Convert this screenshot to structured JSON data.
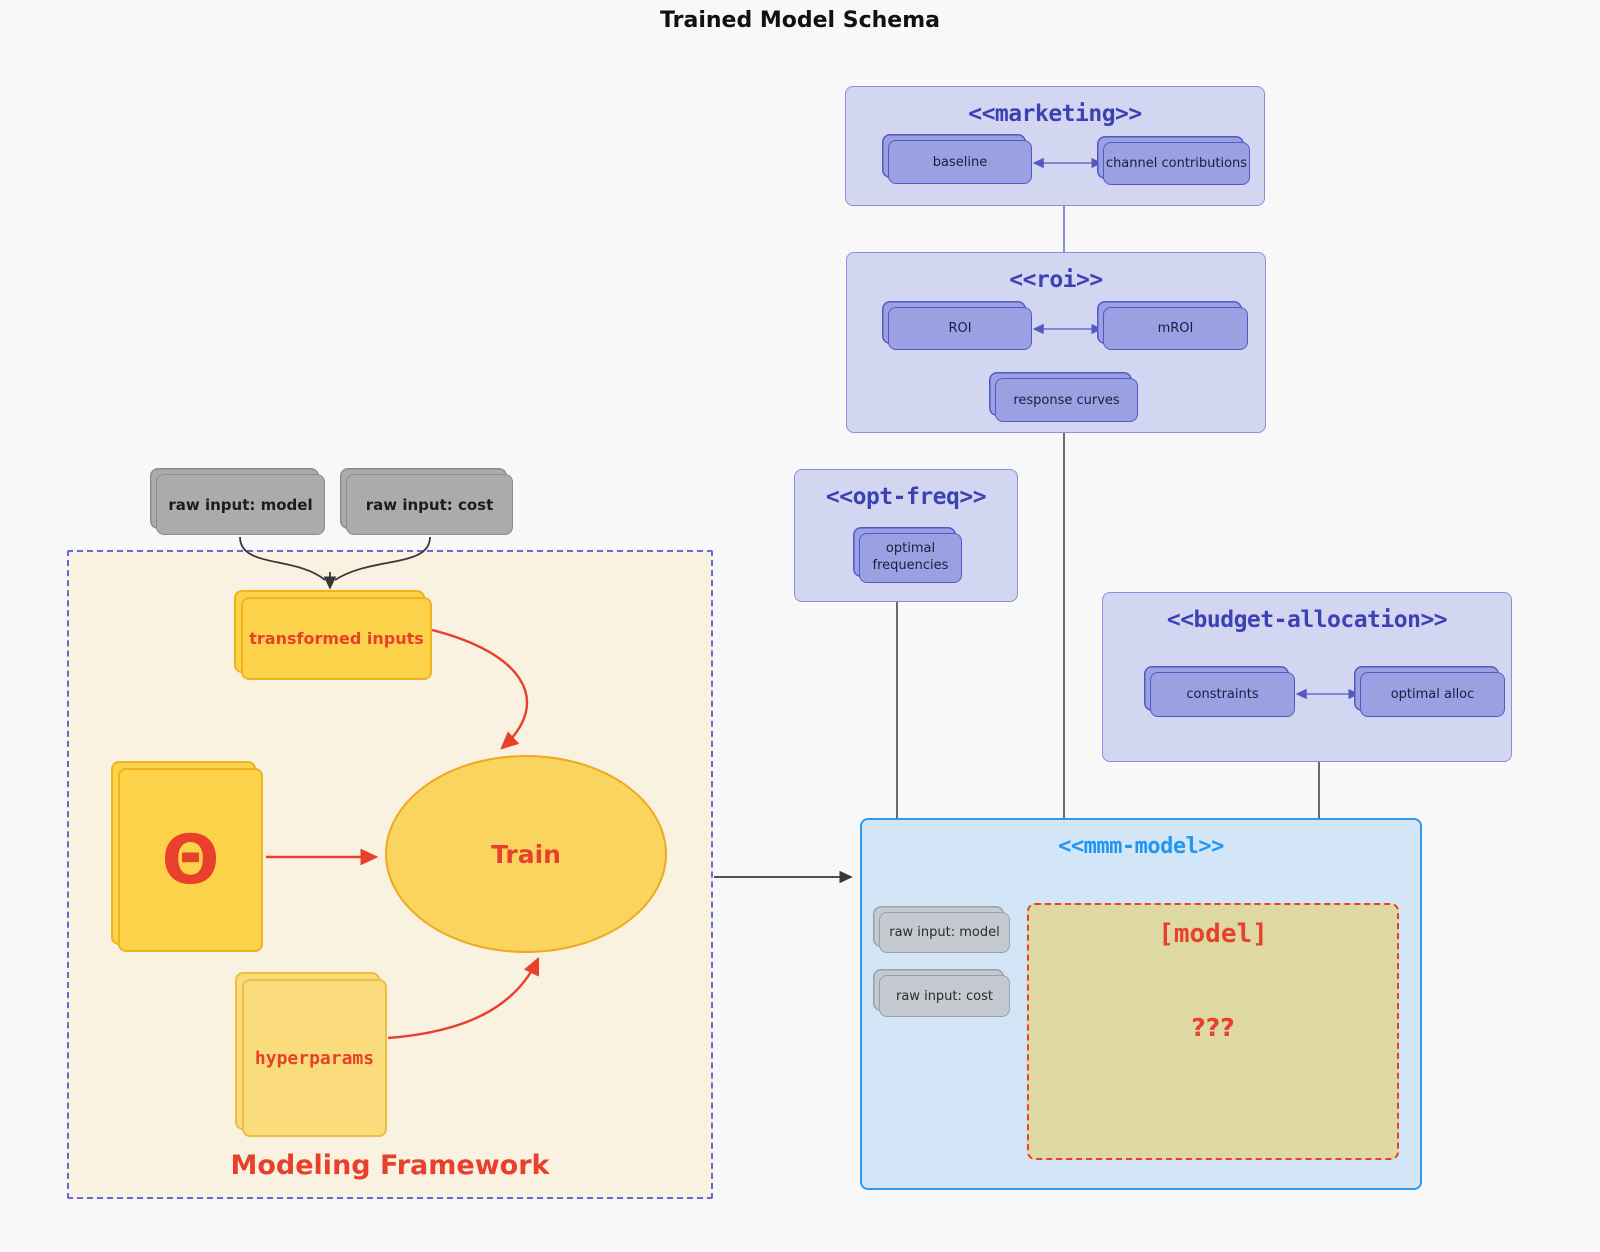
{
  "title": "Trained Model Schema",
  "marketing": {
    "title": "<<marketing>>",
    "baseline": "baseline",
    "channel": "channel contributions"
  },
  "roi": {
    "title": "<<roi>>",
    "roi": "ROI",
    "mroi": "mROI",
    "response": "response curves"
  },
  "optfreq": {
    "title": "<<opt-freq>>",
    "frequencies": "optimal frequencies"
  },
  "budget": {
    "title": "<<budget-allocation>>",
    "constraints": "constraints",
    "alloc": "optimal alloc"
  },
  "mmm": {
    "title": "<<mmm-model>>",
    "raw_model": "raw input: model",
    "raw_cost": "raw input: cost",
    "model": "[model]",
    "unknown": "???"
  },
  "framework": {
    "label": "Modeling Framework",
    "transformed": "transformed inputs",
    "theta": "Θ",
    "train": "Train",
    "hyperparams": "hyperparams"
  },
  "raw_inputs": {
    "model": "raw input: model",
    "cost": "raw input: cost"
  },
  "colors": {
    "background": "#f8f8f8",
    "group_fill": "#d3d6f1",
    "group_border": "#8a8fd8",
    "group_title": "#3c42b4",
    "purple_fill": "#9aa0e1",
    "purple_border": "#5359c4",
    "purple_text": "#1d1d40",
    "blue_fill": "#d2e6f8",
    "blue_border": "#2e9bf0",
    "blue_title": "#2196f3",
    "gray_fill": "#ababab",
    "gray_border": "#8c8c8c",
    "gray2_fill": "#c5cad0",
    "gray2_border": "#9aa0a6",
    "cream_fill": "#f9f2e0",
    "cream_border": "#6568d9",
    "yellow_fill": "#fcd24b",
    "yellow_border": "#eeb41c",
    "yellow_light_fill": "#fbdc7d",
    "yellow_light_border": "#eebd45",
    "train_fill": "#f9d55f",
    "train_border": "#efa91c",
    "khaki_fill": "#ded9a2",
    "red": "#e8402c",
    "edge_dark": "#474747",
    "edge_purple": "#6b70c8"
  }
}
